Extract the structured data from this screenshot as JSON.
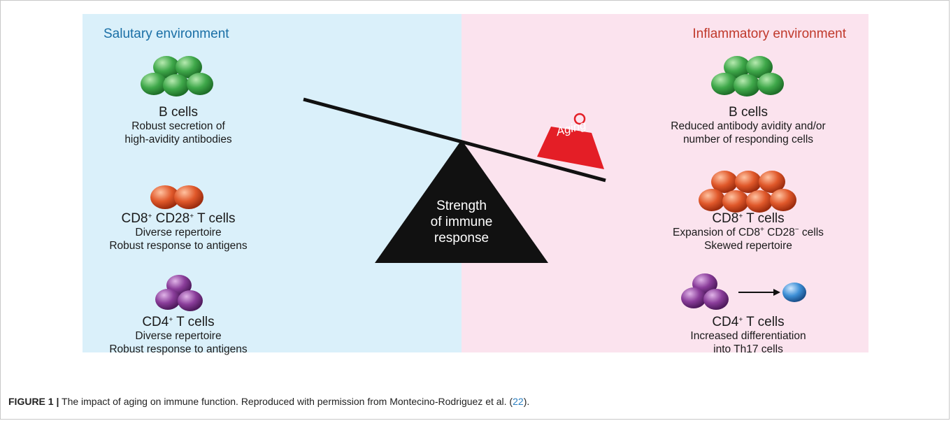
{
  "left": {
    "title": "Salutary environment",
    "b_cells": {
      "name": "B cells",
      "desc1": "Robust secretion of",
      "desc2": "high-avidity antibodies"
    },
    "cd8": {
      "name_a": "CD8",
      "name_b": " CD28",
      "name_c": " T cells",
      "sup": "+",
      "desc1": "Diverse repertoire",
      "desc2": "Robust response to antigens"
    },
    "cd4": {
      "name_a": "CD4",
      "name_b": " T cells",
      "sup": "+",
      "desc1": "Diverse repertoire",
      "desc2": "Robust response to antigens"
    }
  },
  "right": {
    "title": "Inflammatory environment",
    "b_cells": {
      "name": "B cells",
      "desc1": "Reduced antibody avidity and/or",
      "desc2": "number of responding cells"
    },
    "cd8": {
      "name_a": "CD8",
      "name_b": " T cells",
      "sup": "+",
      "desc1a": "Expansion of CD8",
      "desc1b": " CD28",
      "desc1c": " cells",
      "sup_plus": "+",
      "sup_minus": "−",
      "desc2": "Skewed repertoire"
    },
    "cd4": {
      "name_a": "CD4",
      "name_b": " T cells",
      "sup": "+",
      "desc1": "Increased differentiation",
      "desc2": "into Th17 cells"
    }
  },
  "center": {
    "line1": "Strength",
    "line2": "of immune",
    "line3": "response",
    "weight": "Aging"
  },
  "colors": {
    "left_panel": "#daf0fa",
    "right_panel": "#fbe3ee",
    "b_cell": "#3fa84a",
    "cd8_cell": "#e0582a",
    "cd4_cell": "#8a3d9a",
    "th17_cell": "#3d8fd6",
    "weight": "#e41e26"
  },
  "icons": {
    "b_cell": "green-cell-cluster-icon",
    "cd8_cell": "orange-cell-cluster-icon",
    "cd4_cell": "purple-cell-cluster-icon",
    "th17_cell": "blue-cell-icon",
    "arrow": "right-arrow-icon"
  },
  "caption": {
    "label": "FIGURE 1 |",
    "text": " The impact of aging on immune function. Reproduced with permission from Montecino-Rodriguez et al. (",
    "ref": "22",
    "end": ")."
  }
}
